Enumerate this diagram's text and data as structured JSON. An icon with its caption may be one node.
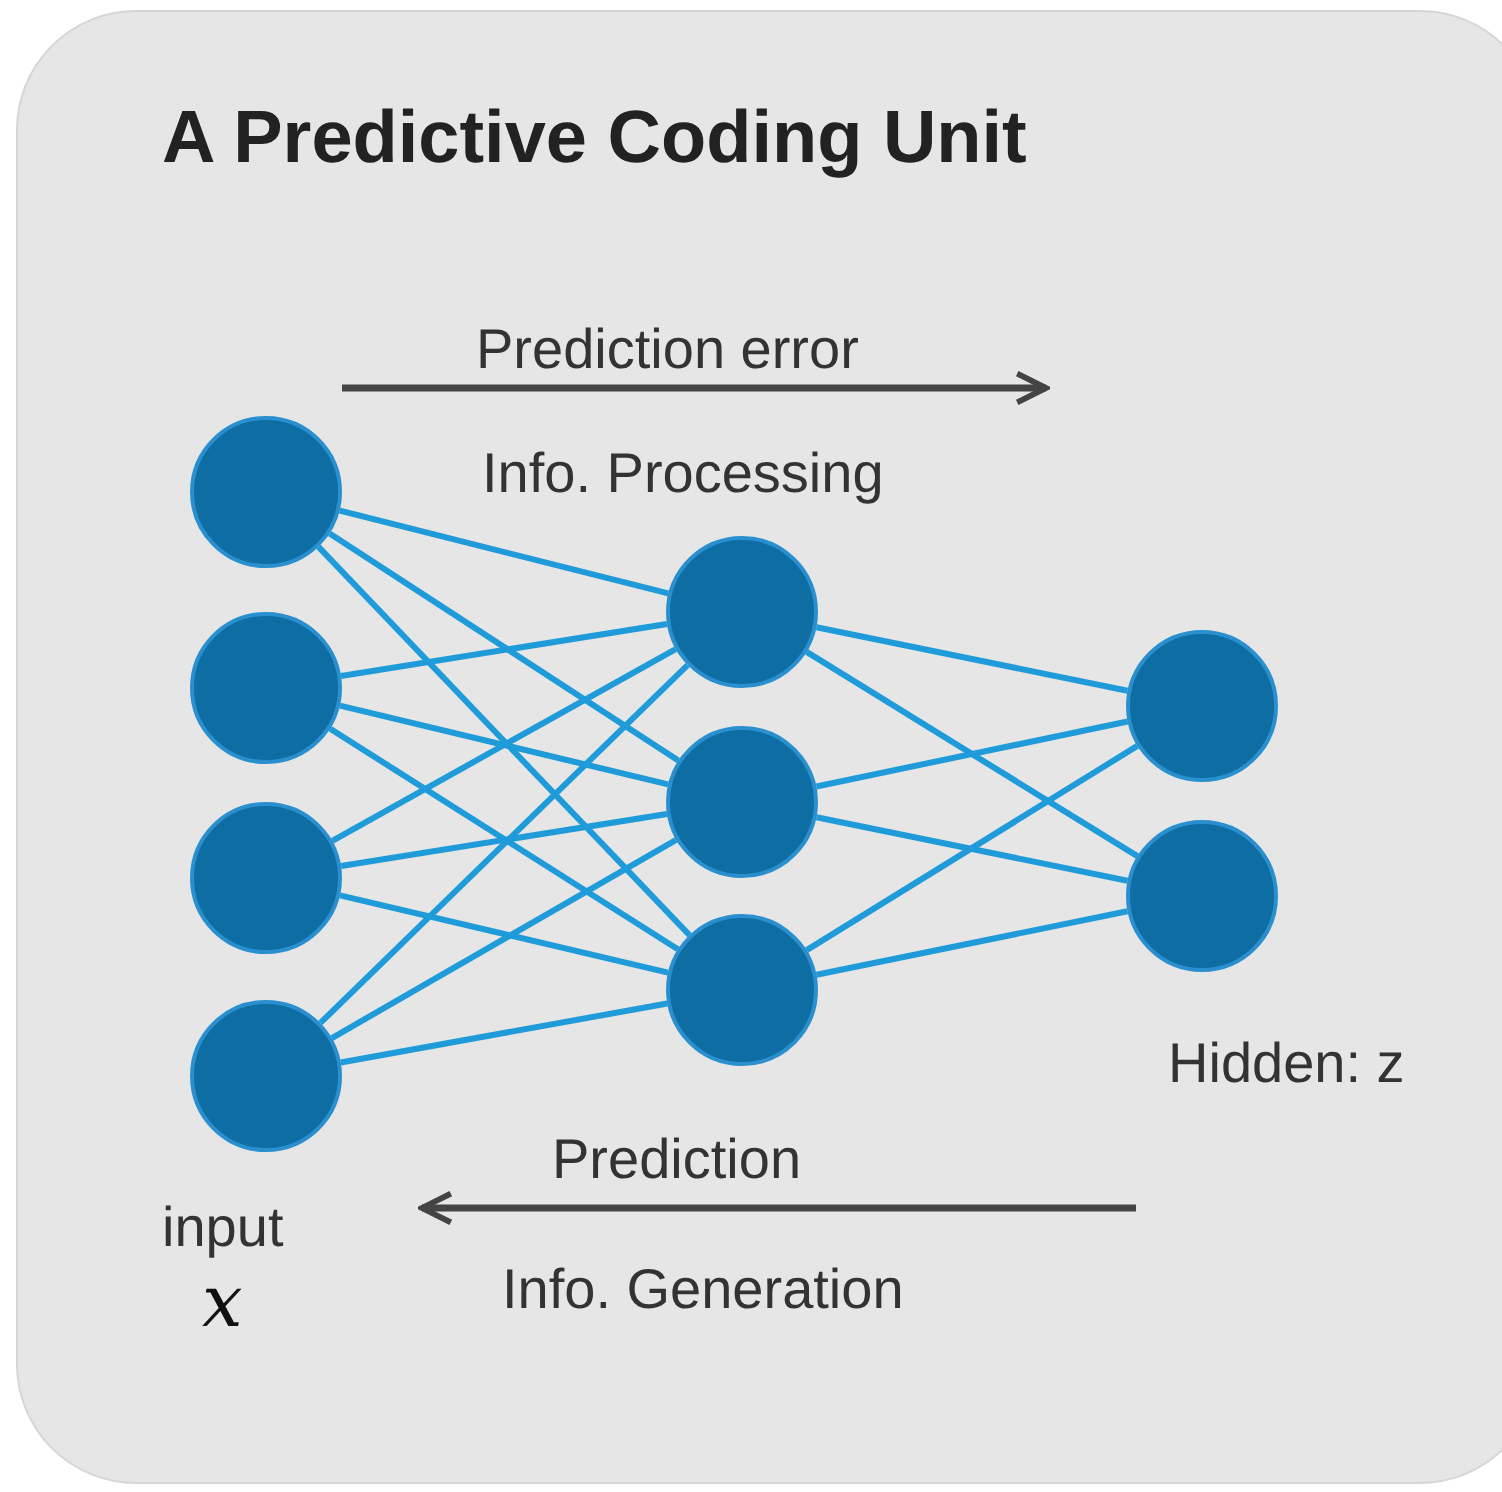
{
  "diagram": {
    "nodes": [
      {
        "text": [
          "A Predictive Coding Unit"
        ]
      },
      {
        "text": [],
        "shape": "circle",
        "in": 0
      },
      {
        "text": [],
        "shape": "circle",
        "in": 0
      },
      {
        "text": [],
        "shape": "circle",
        "in": 0
      },
      {
        "text": [],
        "shape": "circle",
        "in": 0
      },
      {
        "text": [],
        "shape": "circle",
        "in": 0
      },
      {
        "text": [],
        "shape": "circle",
        "in": 0
      },
      {
        "text": [],
        "shape": "circle",
        "in": 0
      },
      {
        "text": [],
        "shape": "circle",
        "in": 0
      },
      {
        "text": [],
        "shape": "circle",
        "in": 0
      }
    ],
    "edges": [
      {
        "from": 1,
        "to": 5,
        "arrow": "none"
      },
      {
        "from": 1,
        "to": 6,
        "arrow": "none"
      },
      {
        "from": 1,
        "to": 7,
        "arrow": "none"
      },
      {
        "from": 2,
        "to": 5,
        "arrow": "none"
      },
      {
        "from": 2,
        "to": 6,
        "arrow": "none"
      },
      {
        "from": 2,
        "to": 7,
        "arrow": "none"
      },
      {
        "from": 3,
        "to": 5,
        "arrow": "none"
      },
      {
        "from": 3,
        "to": 6,
        "arrow": "none"
      },
      {
        "from": 3,
        "to": 7,
        "arrow": "none"
      },
      {
        "from": 4,
        "to": 5,
        "arrow": "none"
      },
      {
        "from": 4,
        "to": 6,
        "arrow": "none"
      },
      {
        "from": 4,
        "to": 7,
        "arrow": "none"
      },
      {
        "from": 5,
        "to": 8,
        "arrow": "none"
      },
      {
        "from": 5,
        "to": 9,
        "arrow": "none"
      },
      {
        "from": 6,
        "to": 8,
        "arrow": "none"
      },
      {
        "from": 6,
        "to": 9,
        "arrow": "none"
      },
      {
        "from": 7,
        "to": 8,
        "arrow": "none"
      },
      {
        "from": 7,
        "to": 9,
        "arrow": "none"
      }
    ],
    "labels": [
      "Prediction error",
      "Info. Processing",
      "Hidden: z",
      "Prediction",
      "input",
      "x",
      "Info. Generation"
    ]
  }
}
